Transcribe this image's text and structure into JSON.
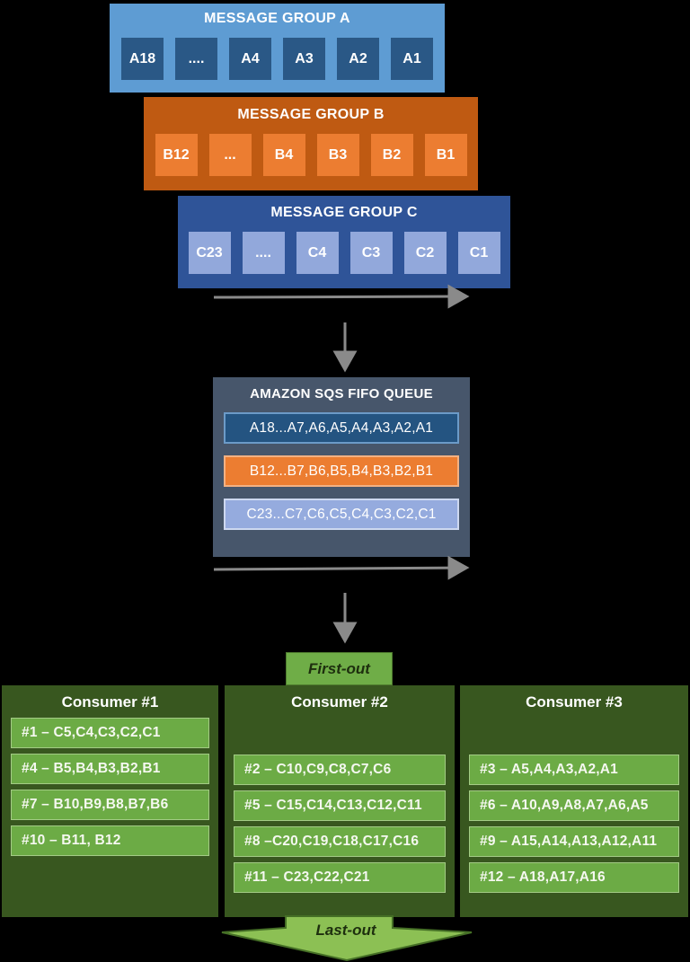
{
  "message_groups": [
    {
      "title": "MESSAGE GROUP A",
      "cells": [
        "A18",
        "....",
        "A4",
        "A3",
        "A2",
        "A1"
      ]
    },
    {
      "title": "MESSAGE GROUP B",
      "cells": [
        "B12",
        "...",
        "B4",
        "B3",
        "B2",
        "B1"
      ]
    },
    {
      "title": "MESSAGE GROUP C",
      "cells": [
        "C23",
        "....",
        "C4",
        "C3",
        "C2",
        "C1"
      ]
    }
  ],
  "queue": {
    "title": "AMAZON SQS FIFO QUEUE",
    "rows": [
      {
        "group": "A",
        "text": "A18...A7,A6,A5,A4,A3,A2,A1"
      },
      {
        "group": "B",
        "text": "B12...B7,B6,B5,B4,B3,B2,B1"
      },
      {
        "group": "C",
        "text": "C23...C7,C6,C5,C4,C3,C2,C1"
      }
    ]
  },
  "labels": {
    "first_out": "First-out",
    "last_out": "Last-out"
  },
  "consumers": [
    {
      "title": "Consumer #1",
      "rows": [
        "#1 – C5,C4,C3,C2,C1",
        "#4 – B5,B4,B3,B2,B1",
        "#7 – B10,B9,B8,B7,B6",
        "#10 – B11, B12"
      ]
    },
    {
      "title": "Consumer #2",
      "rows": [
        "#2 – C10,C9,C8,C7,C6",
        "#5 – C15,C14,C13,C12,C11",
        "#8 –C20,C19,C18,C17,C16",
        "#11 – C23,C22,C21"
      ]
    },
    {
      "title": "Consumer #3",
      "rows": [
        "#3 – A5,A4,A3,A2,A1",
        "#6 – A10,A9,A8,A7,A6,A5",
        "#9 – A15,A14,A13,A12,A11",
        "#12 – A18,A17,A16"
      ]
    }
  ],
  "colors": {
    "background": "#000000",
    "group_a_bg": "#5E9CD3",
    "group_a_cell": "#2A5886",
    "group_b_bg": "#BF5A12",
    "group_b_cell": "#EC7D31",
    "group_c_bg": "#2F5498",
    "group_c_cell": "#92A8DB",
    "queue_bg": "#47566B",
    "consumer_bg": "#38571F",
    "consumer_row": "#6CAB45",
    "first_out_green": "#6FAD47",
    "last_out_green": "#8CC054",
    "arrow_gray": "#8A8A8A"
  }
}
